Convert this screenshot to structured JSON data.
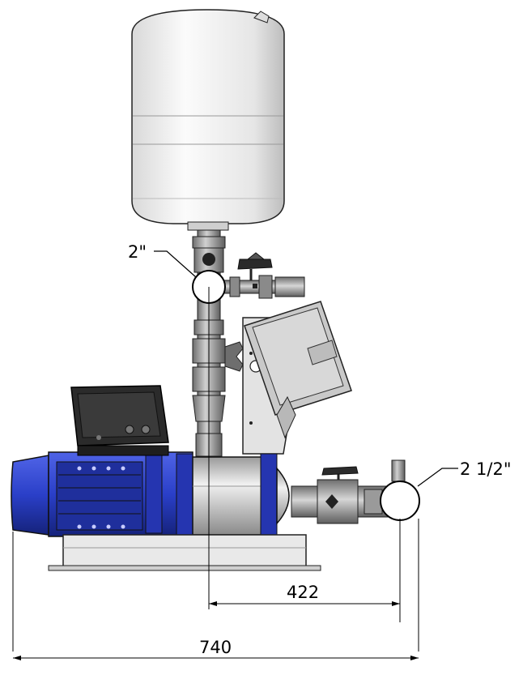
{
  "drawing": {
    "callouts": {
      "upper_connection": "2\"",
      "lower_connection": "2 1/2\""
    },
    "dimensions": {
      "inner": "422",
      "overall": "740"
    }
  },
  "colors": {
    "motor_blue": "#2a3fc8",
    "tank_white": "#f2f2f2",
    "steel_gray": "#a9a9a9",
    "controller_black": "#2b2b2b",
    "line": "#000000"
  }
}
